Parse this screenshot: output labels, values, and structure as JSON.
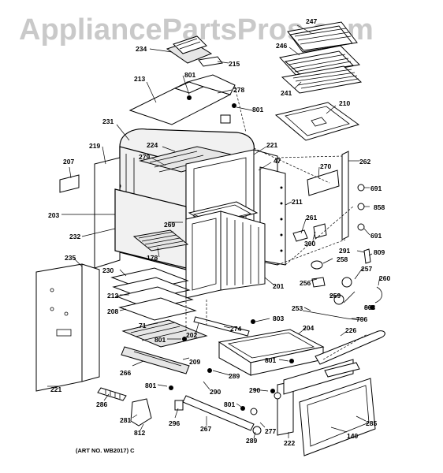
{
  "watermark": "AppliancePartsPros.com",
  "art_number": "(ART NO. WB2017) C",
  "parts": {
    "p247": "247",
    "p246": "246",
    "p241": "241",
    "p234": "234",
    "p215": "215",
    "p801a": "801",
    "p278": "278",
    "p801b": "801",
    "p213": "213",
    "p210": "210",
    "p231": "231",
    "p224": "224",
    "p221a": "221",
    "p219": "219",
    "p279": "279",
    "p47": "47",
    "p262": "262",
    "p207": "207",
    "p270": "270",
    "p691a": "691",
    "p211": "211",
    "p858": "858",
    "p203": "203",
    "p261": "261",
    "p269": "269",
    "p232": "232",
    "p300": "300",
    "p691b": "691",
    "p291": "291",
    "p809": "809",
    "p235": "235",
    "p178": "178",
    "p258": "258",
    "p230": "230",
    "p257": "257",
    "p201": "201",
    "p260": "260",
    "p256": "256",
    "p212": "212",
    "p259": "259",
    "p253": "253",
    "p803a": "803",
    "p208": "208",
    "p803b": "803",
    "p796": "796",
    "p71": "71",
    "p274": "274",
    "p204": "204",
    "p226": "226",
    "p801c": "801",
    "p202": "202",
    "p209": "209",
    "p801d": "801",
    "p266": "266",
    "p289a": "289",
    "p221b": "221",
    "p801e": "801",
    "p290a": "290",
    "p290b": "290",
    "p286": "286",
    "p801f": "801",
    "p281": "281",
    "p296": "296",
    "p267": "267",
    "p277": "277",
    "p222": "222",
    "p285": "285",
    "p812": "812",
    "p289b": "289",
    "p140": "140"
  }
}
